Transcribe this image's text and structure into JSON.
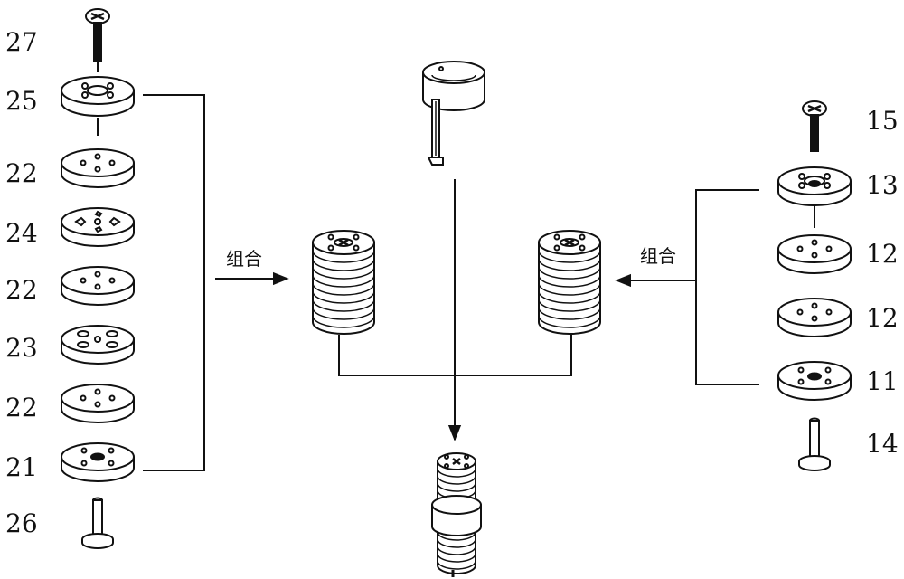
{
  "labels": {
    "l27": "27",
    "l25": "25",
    "l22a": "22",
    "l24": "24",
    "l22b": "22",
    "l23": "23",
    "l22c": "22",
    "l21": "21",
    "l26": "26",
    "r15": "15",
    "r13": "13",
    "r12a": "12",
    "r12b": "12",
    "r11": "11",
    "r14": "14"
  },
  "combine_left": "组合",
  "combine_right": "组合",
  "style": {
    "line_color": "#111111",
    "fill_color": "#ffffff"
  }
}
